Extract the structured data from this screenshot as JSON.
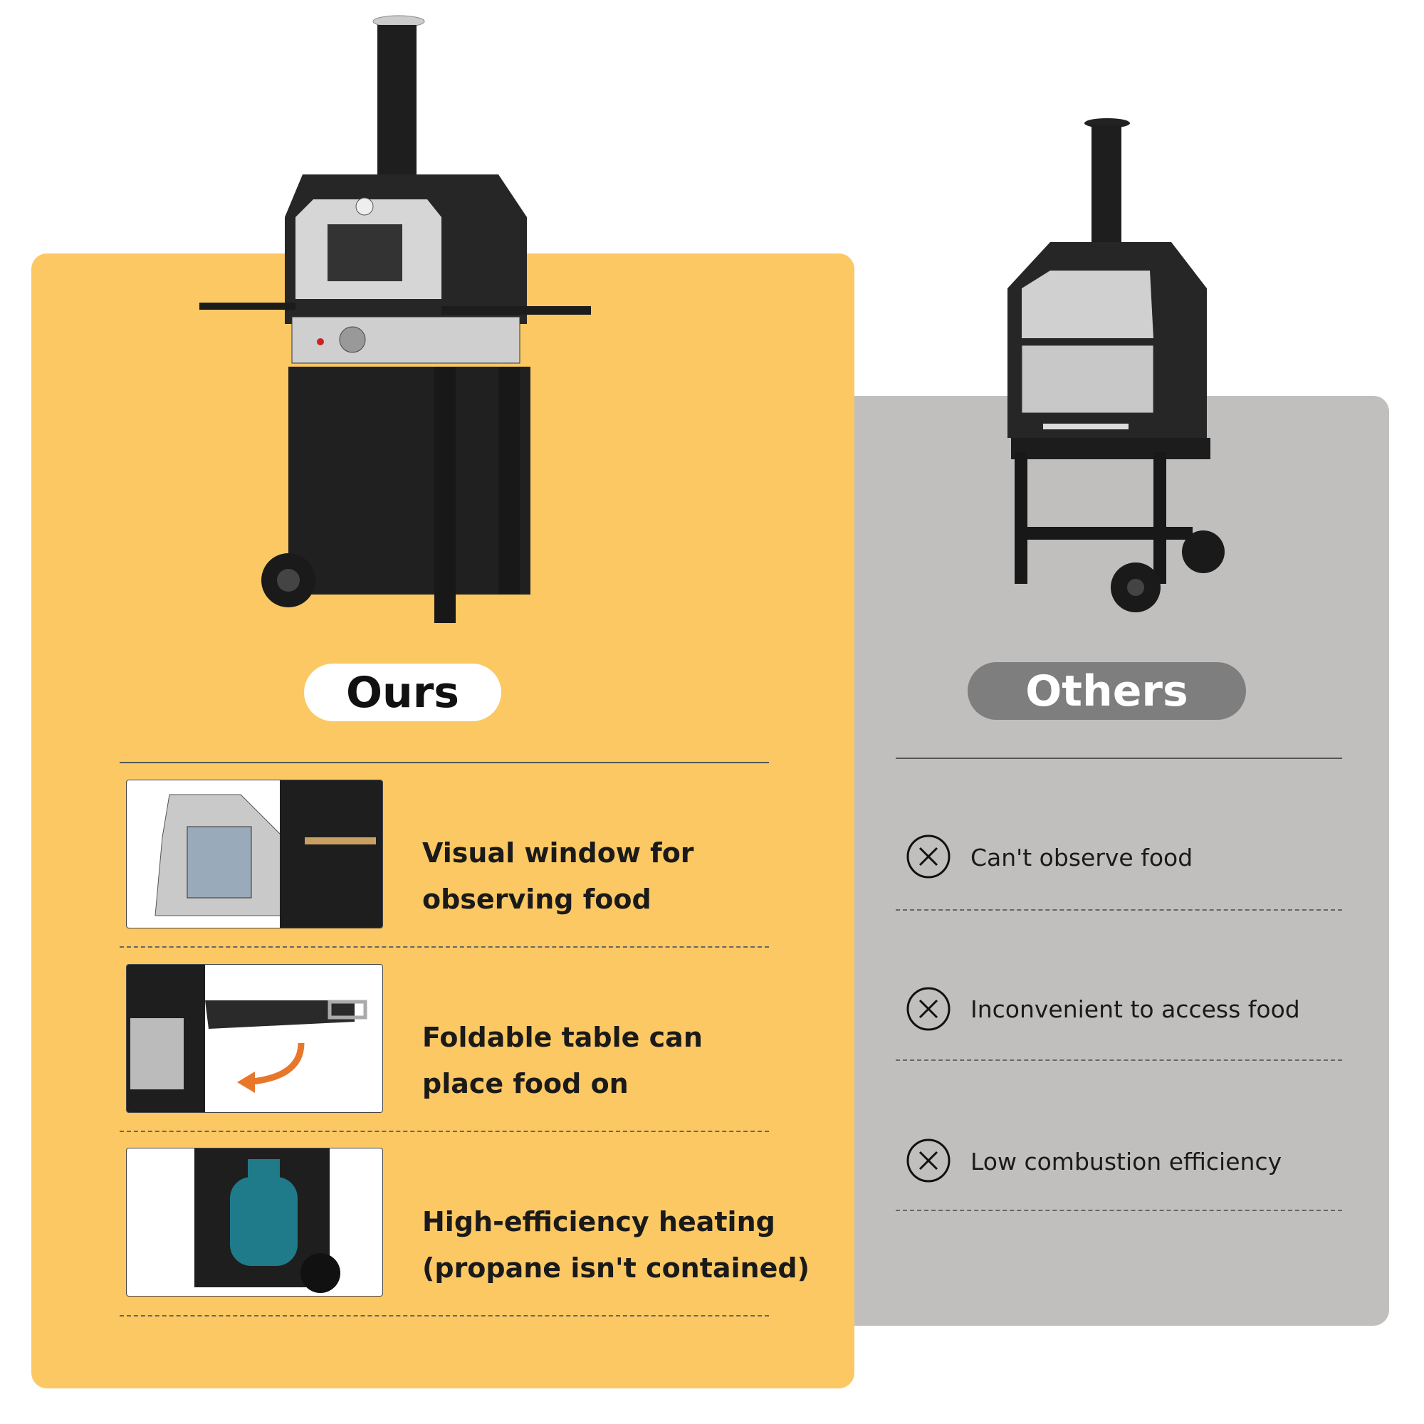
{
  "ours": {
    "label": "Ours",
    "features": [
      {
        "line1": "Visual window for",
        "line2": "observing food",
        "icon": "oven-window-photo"
      },
      {
        "line1": "Foldable table can",
        "line2": "place food on",
        "icon": "foldable-table-photo"
      },
      {
        "line1": "High-efficiency heating",
        "line2": "(propane isn't contained)",
        "icon": "propane-tank-photo"
      }
    ]
  },
  "others": {
    "label": "Others",
    "cons": [
      {
        "text": "Can't observe food",
        "icon": "x-circle-icon"
      },
      {
        "text": "Inconvenient to access food",
        "icon": "x-circle-icon"
      },
      {
        "text": "Low combustion efficiency",
        "icon": "x-circle-icon"
      }
    ]
  },
  "colors": {
    "ours_bg": "#fbc863",
    "others_bg": "#c0bfbe",
    "others_pill": "#7e7e7e",
    "arrow": "#e8772a"
  }
}
